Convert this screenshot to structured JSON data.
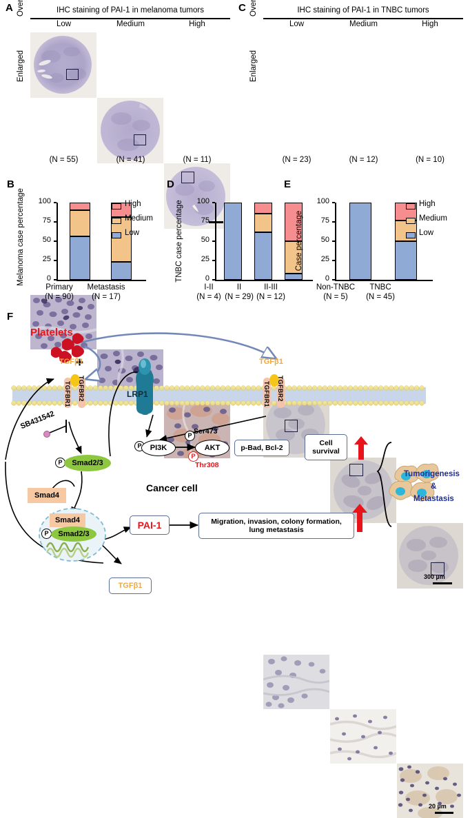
{
  "panelA": {
    "letter": "A",
    "title": "IHC staining of PAI-1 in melanoma tumors",
    "columns": [
      "Low",
      "Medium",
      "High"
    ],
    "rows": [
      "Overview",
      "Enlarged"
    ],
    "counts": [
      "(N = 55)",
      "(N = 41)",
      "(N = 11)"
    ]
  },
  "panelC": {
    "letter": "C",
    "title": "IHC staining of PAI-1 in TNBC tumors",
    "columns": [
      "Low",
      "Medium",
      "High"
    ],
    "rows": [
      "Overview",
      "Enlarged"
    ],
    "counts": [
      "(N = 23)",
      "(N = 12)",
      "(N = 10)"
    ],
    "scalebar_overview": "300 µm",
    "scalebar_enlarged": "20 µm"
  },
  "colors": {
    "low": "#8FAAD4",
    "medium": "#F3C489",
    "high": "#F68D8E",
    "outline": "#000000",
    "accent_red": "#E8141C",
    "accent_blue": "#1C2E9E",
    "tgfb_orange": "#F2A93B",
    "lrp1_teal": "#1F7A96"
  },
  "chart_data": [
    {
      "panel": "B",
      "letter": "B",
      "type": "bar",
      "stacked": true,
      "title": "",
      "ylabel": "Melanoma case percentage",
      "xlabel": "",
      "ylim": [
        0,
        100
      ],
      "yticks": [
        0,
        25,
        50,
        75,
        100
      ],
      "categories": [
        "Primary",
        "Metastasis"
      ],
      "category_counts": [
        "(N = 90)",
        "(N = 17)"
      ],
      "series": [
        {
          "name": "Low",
          "values": [
            56,
            23
          ]
        },
        {
          "name": "Medium",
          "values": [
            34,
            58
          ]
        },
        {
          "name": "High",
          "values": [
            10,
            19
          ]
        }
      ],
      "legend": [
        "High",
        "Medium",
        "Low"
      ],
      "legend_position": "right",
      "grid": false
    },
    {
      "panel": "D",
      "letter": "D",
      "type": "bar",
      "stacked": true,
      "title": "",
      "ylabel": "TNBC case percentage",
      "xlabel": "",
      "ylim": [
        0,
        100
      ],
      "yticks": [
        0,
        25,
        50,
        75,
        100
      ],
      "categories": [
        "I-II",
        "II",
        "II-III"
      ],
      "category_counts": [
        "(N = 4)",
        "(N = 29)",
        "(N = 12)"
      ],
      "series": [
        {
          "name": "Low",
          "values": [
            100,
            62,
            8
          ]
        },
        {
          "name": "Medium",
          "values": [
            0,
            24,
            42
          ]
        },
        {
          "name": "High",
          "values": [
            0,
            14,
            50
          ]
        }
      ],
      "legend": [],
      "legend_position": "none",
      "grid": false
    },
    {
      "panel": "E",
      "letter": "E",
      "type": "bar",
      "stacked": true,
      "title": "",
      "ylabel": "Case percentage",
      "xlabel": "",
      "ylim": [
        0,
        100
      ],
      "yticks": [
        0,
        25,
        50,
        75,
        100
      ],
      "categories": [
        "Non-TNBC",
        "TNBC"
      ],
      "category_counts": [
        "(N = 5)",
        "(N = 45)"
      ],
      "series": [
        {
          "name": "Low",
          "values": [
            100,
            50
          ]
        },
        {
          "name": "Medium",
          "values": [
            0,
            27
          ]
        },
        {
          "name": "High",
          "values": [
            0,
            23
          ]
        }
      ],
      "legend": [
        "High",
        "Medium",
        "Low"
      ],
      "legend_position": "right",
      "grid": false
    }
  ],
  "panelF": {
    "letter": "F",
    "platelets": "Platelets",
    "plus": "+",
    "tgfb_left": "TGFβ1",
    "tgfb_right": "TGFβ1",
    "tgfb_output": "TGFβ1",
    "receptor_left_1": "TGFBR1",
    "receptor_left_2": "TGFBR2",
    "receptor_right_1": "TGFBR1",
    "receptor_right_2": "TGFBR2",
    "lrp1": "LRP1",
    "inhibitor": "SB431542",
    "smad23": "Smad2/3",
    "smad4": "Smad4",
    "nucleus_smad4": "Smad4",
    "nucleus_smad23": "Smad2/3",
    "pi3k": "PI3K",
    "akt": "AKT",
    "ser473": "Ser473",
    "thr308": "Thr308",
    "pbad": "p-Bad, Bcl-2",
    "cell_survival": "Cell\nsurvival",
    "cell_survival_l1": "Cell",
    "cell_survival_l2": "survival",
    "pai1": "PAI-1",
    "migration_l1": "Migration, invasion, colony formation,",
    "migration_l2": "lung metastasis",
    "cancer_cell": "Cancer cell",
    "outcome_l1": "Tumorigenesis",
    "outcome_l2": "&",
    "outcome_l3": "Metastasis",
    "phospho": "P"
  }
}
